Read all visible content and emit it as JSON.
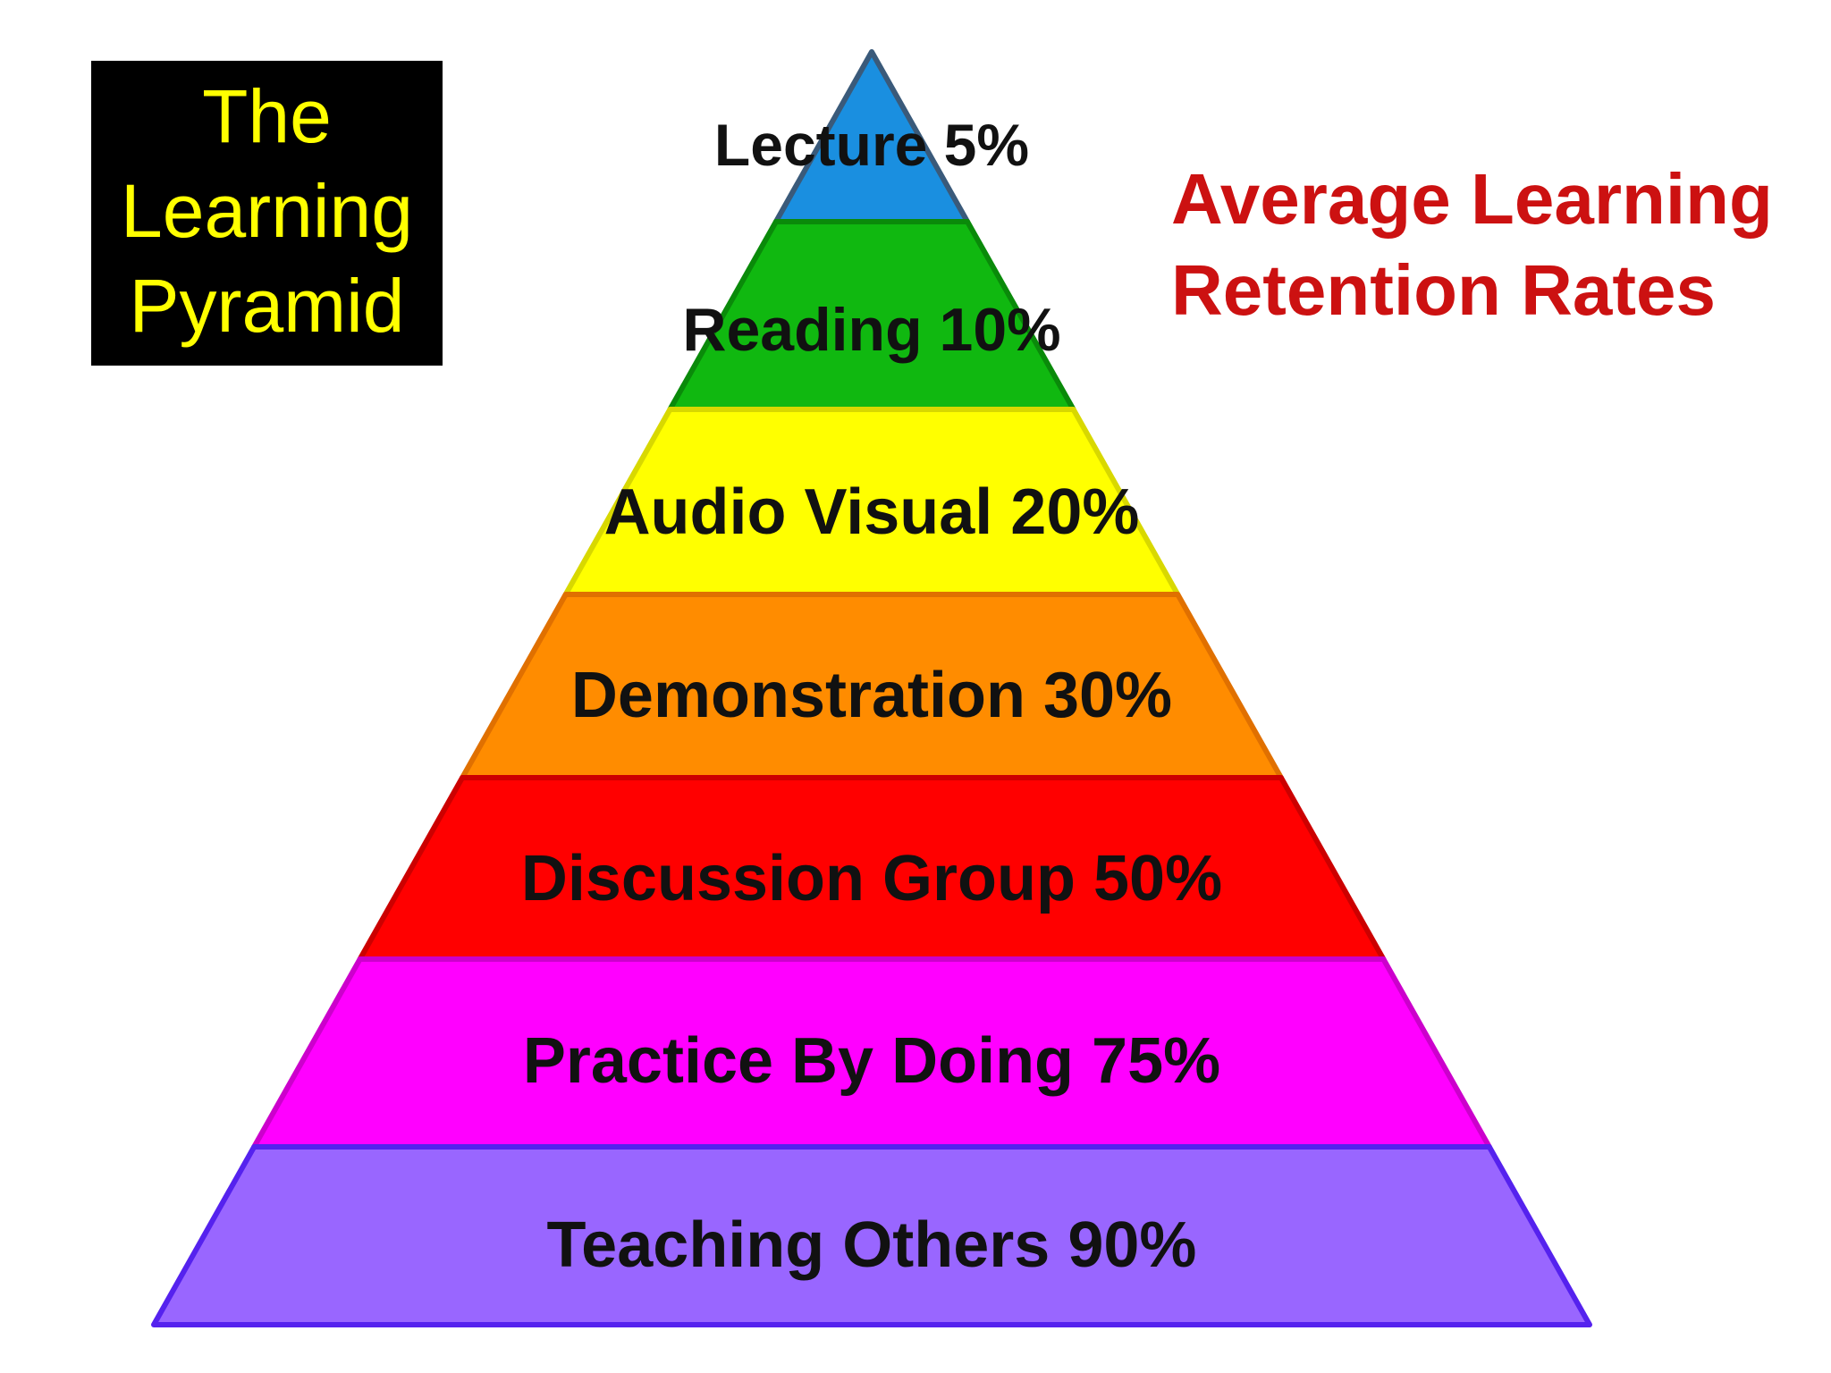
{
  "title_box": {
    "lines": [
      "The",
      "Learning",
      "Pyramid"
    ],
    "background": "#000000",
    "text_color": "#ffff00"
  },
  "subtitle": {
    "lines": [
      "Average Learning",
      "Retention Rates"
    ],
    "color": "#cc1111"
  },
  "pyramid": {
    "levels": [
      {
        "label": "Lecture 5%",
        "fill": "#1a8fe0",
        "edge": "#3a5a7a"
      },
      {
        "label": "Reading 10%",
        "fill": "#10b810",
        "edge": "#0a8a0a"
      },
      {
        "label": "Audio Visual 20%",
        "fill": "#ffff00",
        "edge": "#d8d800"
      },
      {
        "label": "Demonstration 30%",
        "fill": "#ff8c00",
        "edge": "#e07000"
      },
      {
        "label": "Discussion Group 50%",
        "fill": "#ff0000",
        "edge": "#cc0000"
      },
      {
        "label": "Practice By Doing 75%",
        "fill": "#ff00ff",
        "edge": "#cc00cc"
      },
      {
        "label": "Teaching Others 90%",
        "fill": "#9966ff",
        "edge": "#5522ee"
      }
    ]
  }
}
